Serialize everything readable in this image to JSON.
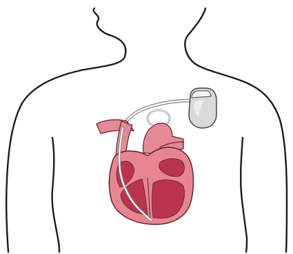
{
  "figure": {
    "subject": "pacemaker-implant-illustration",
    "parts": [
      "body-outline",
      "heart",
      "aorta",
      "superior-vena-cava",
      "pacemaker-device",
      "pacemaker-lead"
    ]
  },
  "colors": {
    "outline": "#1a1a1a",
    "heart_wall": "#e8868f",
    "heart_chamber": "#b8344f",
    "heart_edge": "#5a2030",
    "vessel": "#e58a94",
    "device_fill": "#d9d9d9",
    "device_edge": "#444444",
    "lead": "#8c8c8c",
    "background": "#ffffff"
  }
}
